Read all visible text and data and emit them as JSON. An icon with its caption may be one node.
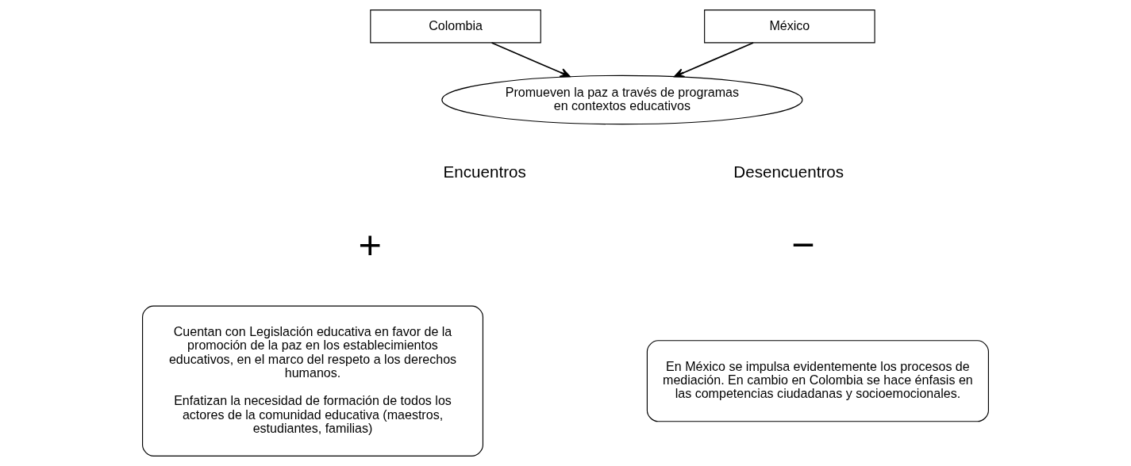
{
  "diagram": {
    "nodes": [
      {
        "text": [
          "Colombia"
        ]
      },
      {
        "text": [
          "México"
        ]
      },
      {
        "text": [
          "Promueven la paz a través de programas en contextos educativos"
        ]
      },
      {
        "text": [
          "Cuentan con Legislación educativa en favor de la promoción de la paz en los establecimientos educativos, en el marco del respeto a los derechos humanos.",
          "Enfatizan la necesidad de formación de todos los actores de la comunidad educativa (maestros, estudiantes, familias)"
        ]
      },
      {
        "text": [
          "En México se impulsa evidentemente los procesos de mediación. En cambio en Colombia se hace énfasis en las competencias ciudadanas y socioemocionales."
        ]
      }
    ],
    "edges": [
      {
        "from": 0,
        "to": 2,
        "arrow": "to"
      },
      {
        "from": 1,
        "to": 2,
        "arrow": "to"
      }
    ],
    "labels": [
      "Encuentros",
      "+",
      "Desencuentros",
      "−"
    ]
  }
}
